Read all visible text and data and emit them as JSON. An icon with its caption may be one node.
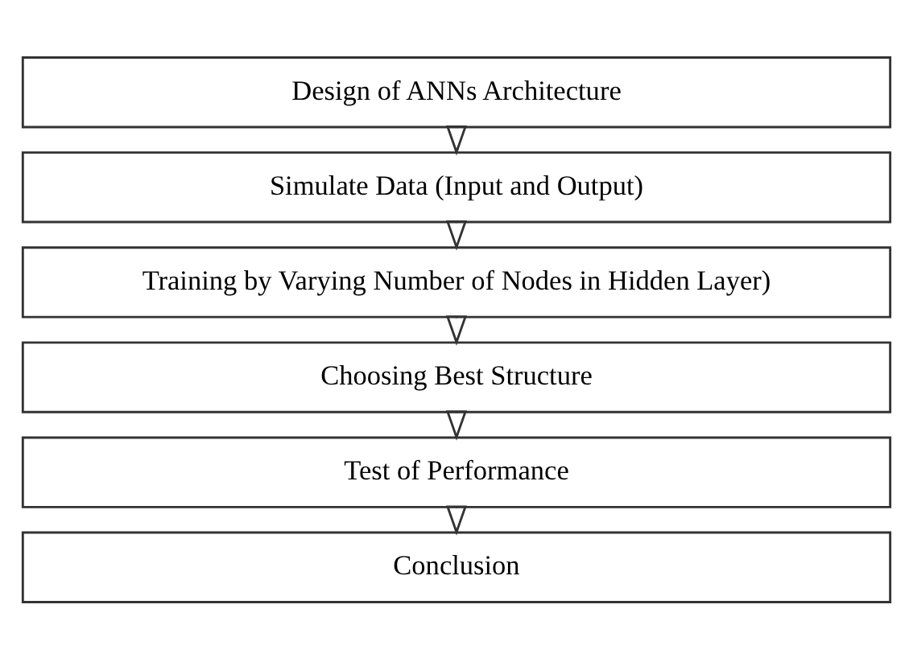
{
  "diagram": {
    "nodes": [
      {
        "text": [
          "Design of ANNs Architecture"
        ]
      },
      {
        "text": [
          "Simulate Data (Input and Output)"
        ]
      },
      {
        "text": [
          "Training by Varying Number of Nodes in Hidden Layer)"
        ]
      },
      {
        "text": [
          "Choosing Best Structure"
        ]
      },
      {
        "text": [
          "Test of Performance"
        ]
      },
      {
        "text": [
          "Conclusion"
        ]
      }
    ],
    "edges": [
      {
        "from": 0,
        "to": 1,
        "arrow": "to"
      },
      {
        "from": 1,
        "to": 2,
        "arrow": "to"
      },
      {
        "from": 2,
        "to": 3,
        "arrow": "to"
      },
      {
        "from": 3,
        "to": 4,
        "arrow": "to"
      },
      {
        "from": 4,
        "to": 5,
        "arrow": "to"
      }
    ]
  }
}
